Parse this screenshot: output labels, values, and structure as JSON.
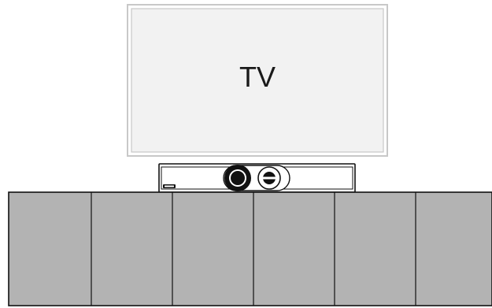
{
  "tv": {
    "label": "TV"
  },
  "colors": {
    "background": "#ffffff",
    "outline": "#111111",
    "tv_frame": "#c8c8c8",
    "tv_screen": "#f2f2f2",
    "cabinet": "#b3b3b3"
  },
  "cabinet": {
    "door_count": 6
  },
  "soundbar": {
    "icon": "video-bar-with-camera-and-speaker"
  }
}
